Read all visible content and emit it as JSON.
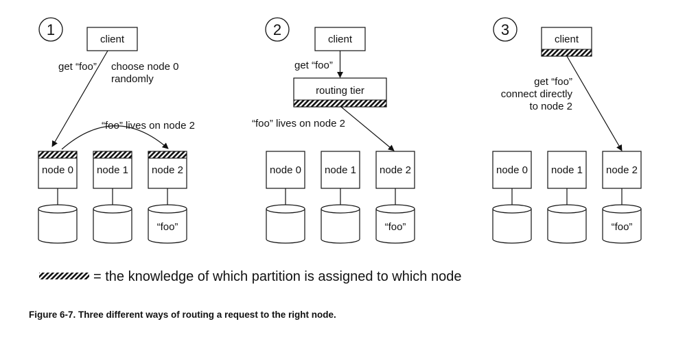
{
  "panels": [
    {
      "number": "1",
      "client": "client",
      "request": "get “foo”",
      "note_lines": [
        "choose node 0",
        "randomly"
      ],
      "lives": "“foo” lives on node 2",
      "nodes": [
        "node 0",
        "node 1",
        "node 2"
      ],
      "disk_label": "“foo”"
    },
    {
      "number": "2",
      "client": "client",
      "request": "get “foo”",
      "routing": "routing tier",
      "lives": "“foo” lives on node 2",
      "nodes": [
        "node 0",
        "node 1",
        "node 2"
      ],
      "disk_label": "“foo”"
    },
    {
      "number": "3",
      "client": "client",
      "request_lines": [
        "get “foo”",
        "connect directly",
        "to node 2"
      ],
      "nodes": [
        "node 0",
        "node 1",
        "node 2"
      ],
      "disk_label": "“foo”"
    }
  ],
  "legend": "= the knowledge of which partition is assigned to which node",
  "caption": "Figure 6-7. Three different ways of routing a request to the right node.",
  "colors": {
    "ink": "#111111",
    "background": "#ffffff"
  }
}
